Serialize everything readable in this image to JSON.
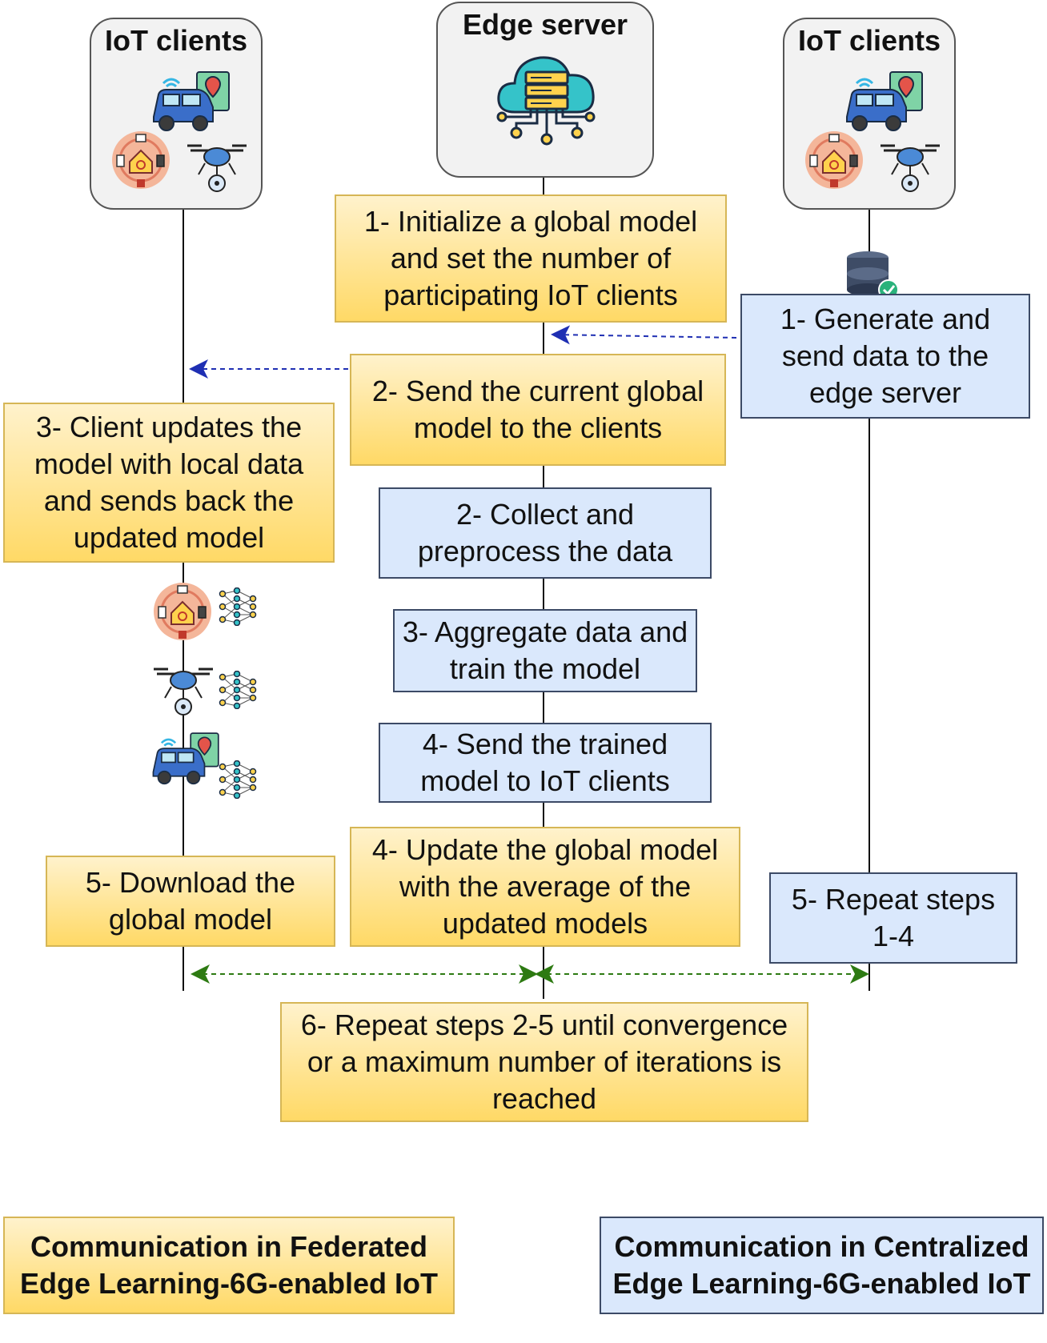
{
  "actors": {
    "left": "IoT clients",
    "center": "Edge server",
    "right": "IoT clients"
  },
  "federated_steps": [
    "1- Initialize a global model and set the number of participating IoT clients",
    "2- Send the current global model to the clients",
    "3- Client updates the model with local data and sends back the updated model",
    "4- Update the global model with the average of the updated models",
    "5- Download the global model",
    "6- Repeat steps 2-5 until convergence or a maximum number of iterations is reached"
  ],
  "centralized_steps": [
    "1- Generate and send data to the edge server",
    "2- Collect and preprocess the data",
    "3- Aggregate data and train the model",
    "4- Send the trained model to IoT clients",
    "5- Repeat steps 1-4"
  ],
  "legend": {
    "federated": "Communication in Federated Edge Learning-6G-enabled IoT",
    "centralized": "Communication in Centralized Edge Learning-6G-enabled IoT"
  },
  "colors": {
    "federated_fill": "#ffd966",
    "federated_border": "#d6b656",
    "centralized_fill": "#dae8fc",
    "centralized_border": "#3c4a66",
    "blue_arrow": "#1f2fb3",
    "green_arrow": "#2d7a12"
  },
  "icons": [
    "cloud-server-icon",
    "car-icon",
    "smart-home-icon",
    "drone-icon",
    "database-icon",
    "neural-network-icon"
  ]
}
